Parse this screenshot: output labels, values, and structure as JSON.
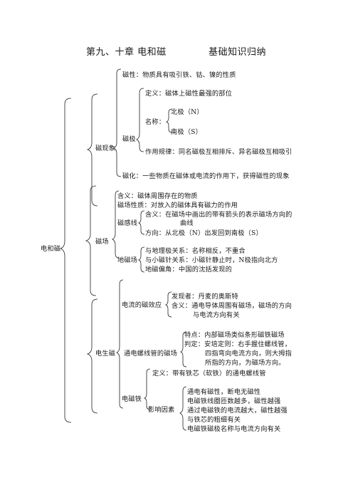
{
  "title": {
    "left": "第九、十章  电和磁",
    "right": "基础知识归纳"
  },
  "root": "电和磁",
  "magnetic_phenomena": {
    "label": "磁现象",
    "magnetism": "磁性：物质具有吸引铁、钴、镍的性质",
    "pole": {
      "label": "磁极",
      "definition": "定义：磁体上磁性最强的部位",
      "names_label": "名称：",
      "north": "北极（N）",
      "south": "南极（S）",
      "rule": "作用规律：同名磁极互相排斥、异名磁极互相吸引"
    },
    "magnetization": "磁化：一些物质在磁体或电流的作用下，获得磁性的现象"
  },
  "magnetic_field": {
    "label": "磁场",
    "meaning": "含义：磁体周围存在的物质",
    "property": "磁场性质：对放入的磁体具有磁力的作用",
    "field_lines": {
      "label": "磁感线",
      "definition_1": "含义：在磁场中画出的带有箭头的表示磁场方向的",
      "definition_2": "曲线",
      "direction": "方向：从北极（N）出发回到南极（S）"
    },
    "earth_field": {
      "label": "地磁场",
      "relation_geo": "与地理极关系：名称相反，不重合",
      "relation_needle": "与小磁针关系：小磁针静止时，N极指向北方",
      "declination": "地磁偏角：中国的沈括发现的"
    }
  },
  "electromagnetism": {
    "label": "电生磁",
    "current_effect": {
      "label": "电流的磁效应",
      "discoverer": "发现者：丹麦的奥斯特",
      "meaning_1": "含义：通电导体周围有磁场，磁场的方向",
      "meaning_2": "与电流方向有关"
    },
    "solenoid": {
      "label": "通电螺线管的磁场",
      "feature": "特点：内部磁场类似条形磁铁磁场",
      "rule_1": "判定：安培定则：右手握住螺线管，",
      "rule_2": "四指弯向电流方向，则大拇指",
      "rule_3": "所指的方向，为磁场方向。"
    },
    "electromagnet": {
      "label": "电磁铁",
      "definition": "定义：带有铁芯（软铁）的通电螺线管",
      "factors_label": "影响因素",
      "factor_1": "通电有磁性，断电无磁性",
      "factor_2": "电磁铁线圈匝数越多，磁性越强",
      "factor_3": "通过电磁铁的电流越大，磁性越强",
      "factor_4": "与铁芯的粗细有关",
      "factor_5": "电磁铁磁极名称与电流方向有关"
    }
  }
}
